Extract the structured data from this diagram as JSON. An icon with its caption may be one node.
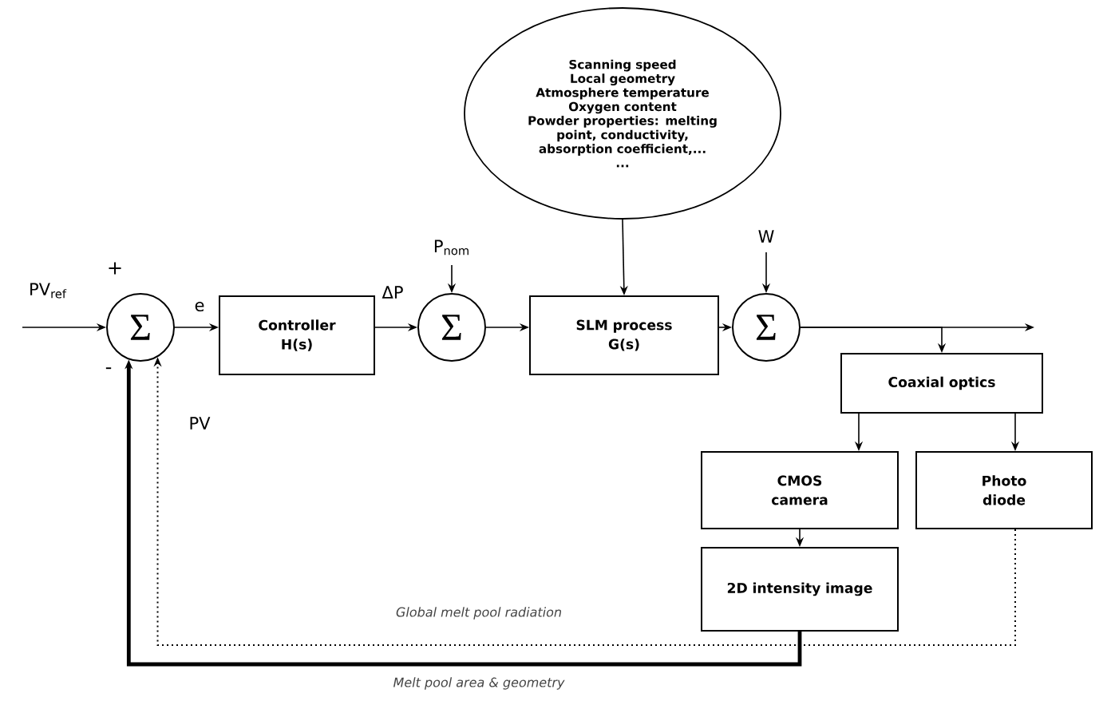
{
  "diagram": {
    "nodes": [
      {
        "text": [
          "Σ"
        ],
        "beside": [
          "+",
          "-"
        ]
      },
      {
        "text": [
          "Controller H(s)"
        ]
      },
      {
        "text": [
          "Σ"
        ]
      },
      {
        "text": [
          "Scanning speed",
          "Local geometry",
          "Atmosphere temperature",
          "Oxygen content",
          "Powder properties: melting point, conductivity, absorption coefficient,...",
          "..."
        ]
      },
      {
        "text": [
          "SLM process G(s)"
        ]
      },
      {
        "text": [
          "Σ"
        ]
      },
      {
        "text": [
          "Coaxial optics"
        ]
      },
      {
        "text": [
          "CMOS camera"
        ]
      },
      {
        "text": [
          "Photo diode"
        ]
      },
      {
        "text": [
          "2D intensity image"
        ]
      }
    ],
    "edges": [
      {
        "from": null,
        "to": 0,
        "arrow": "to",
        "label": "PV$_{ref}$"
      },
      {
        "from": 0,
        "to": 1,
        "arrow": "to",
        "label": "e"
      },
      {
        "from": 1,
        "to": 2,
        "arrow": "to",
        "label": "ΔP"
      },
      {
        "from": null,
        "to": 2,
        "arrow": "to",
        "label": "P$_{nom}$"
      },
      {
        "from": 2,
        "to": 4,
        "arrow": "to"
      },
      {
        "from": 3,
        "to": 4,
        "arrow": "to"
      },
      {
        "from": null,
        "to": 5,
        "arrow": "to",
        "label": "W"
      },
      {
        "from": 4,
        "to": 5,
        "arrow": "to"
      },
      {
        "from": 5,
        "to": null,
        "arrow": "to"
      },
      {
        "from": 5,
        "to": 6,
        "arrow": "to"
      },
      {
        "from": 6,
        "to": 7,
        "arrow": "to"
      },
      {
        "from": 6,
        "to": 8,
        "arrow": "to"
      },
      {
        "from": 7,
        "to": 9,
        "arrow": "to"
      },
      {
        "from": 9,
        "to": 0,
        "arrow": "to",
        "style": "thick",
        "label": "Melt pool area & geometry"
      },
      {
        "from": 8,
        "to": 0,
        "arrow": "to",
        "style": "dashed",
        "label": "Global melt pool radiation"
      }
    ],
    "labels": [
      "PV"
    ]
  }
}
